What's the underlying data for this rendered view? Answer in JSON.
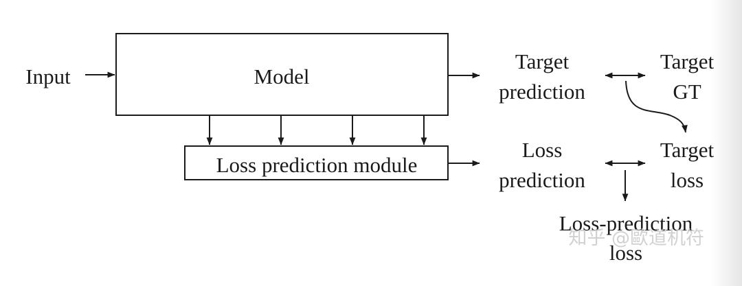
{
  "diagram": {
    "input": "Input",
    "model": "Model",
    "loss_module": "Loss prediction module",
    "target_prediction": [
      "Target",
      "prediction"
    ],
    "target_gt": [
      "Target",
      "GT"
    ],
    "loss_prediction": [
      "Loss",
      "prediction"
    ],
    "target_loss": [
      "Target",
      "loss"
    ],
    "loss_prediction_loss": [
      "Loss-prediction",
      "loss"
    ]
  },
  "watermark": "知乎 @歐道机符",
  "colors": {
    "ink": "#1a1a1a",
    "background": "#ffffff",
    "watermark": "#c9c9c9"
  }
}
